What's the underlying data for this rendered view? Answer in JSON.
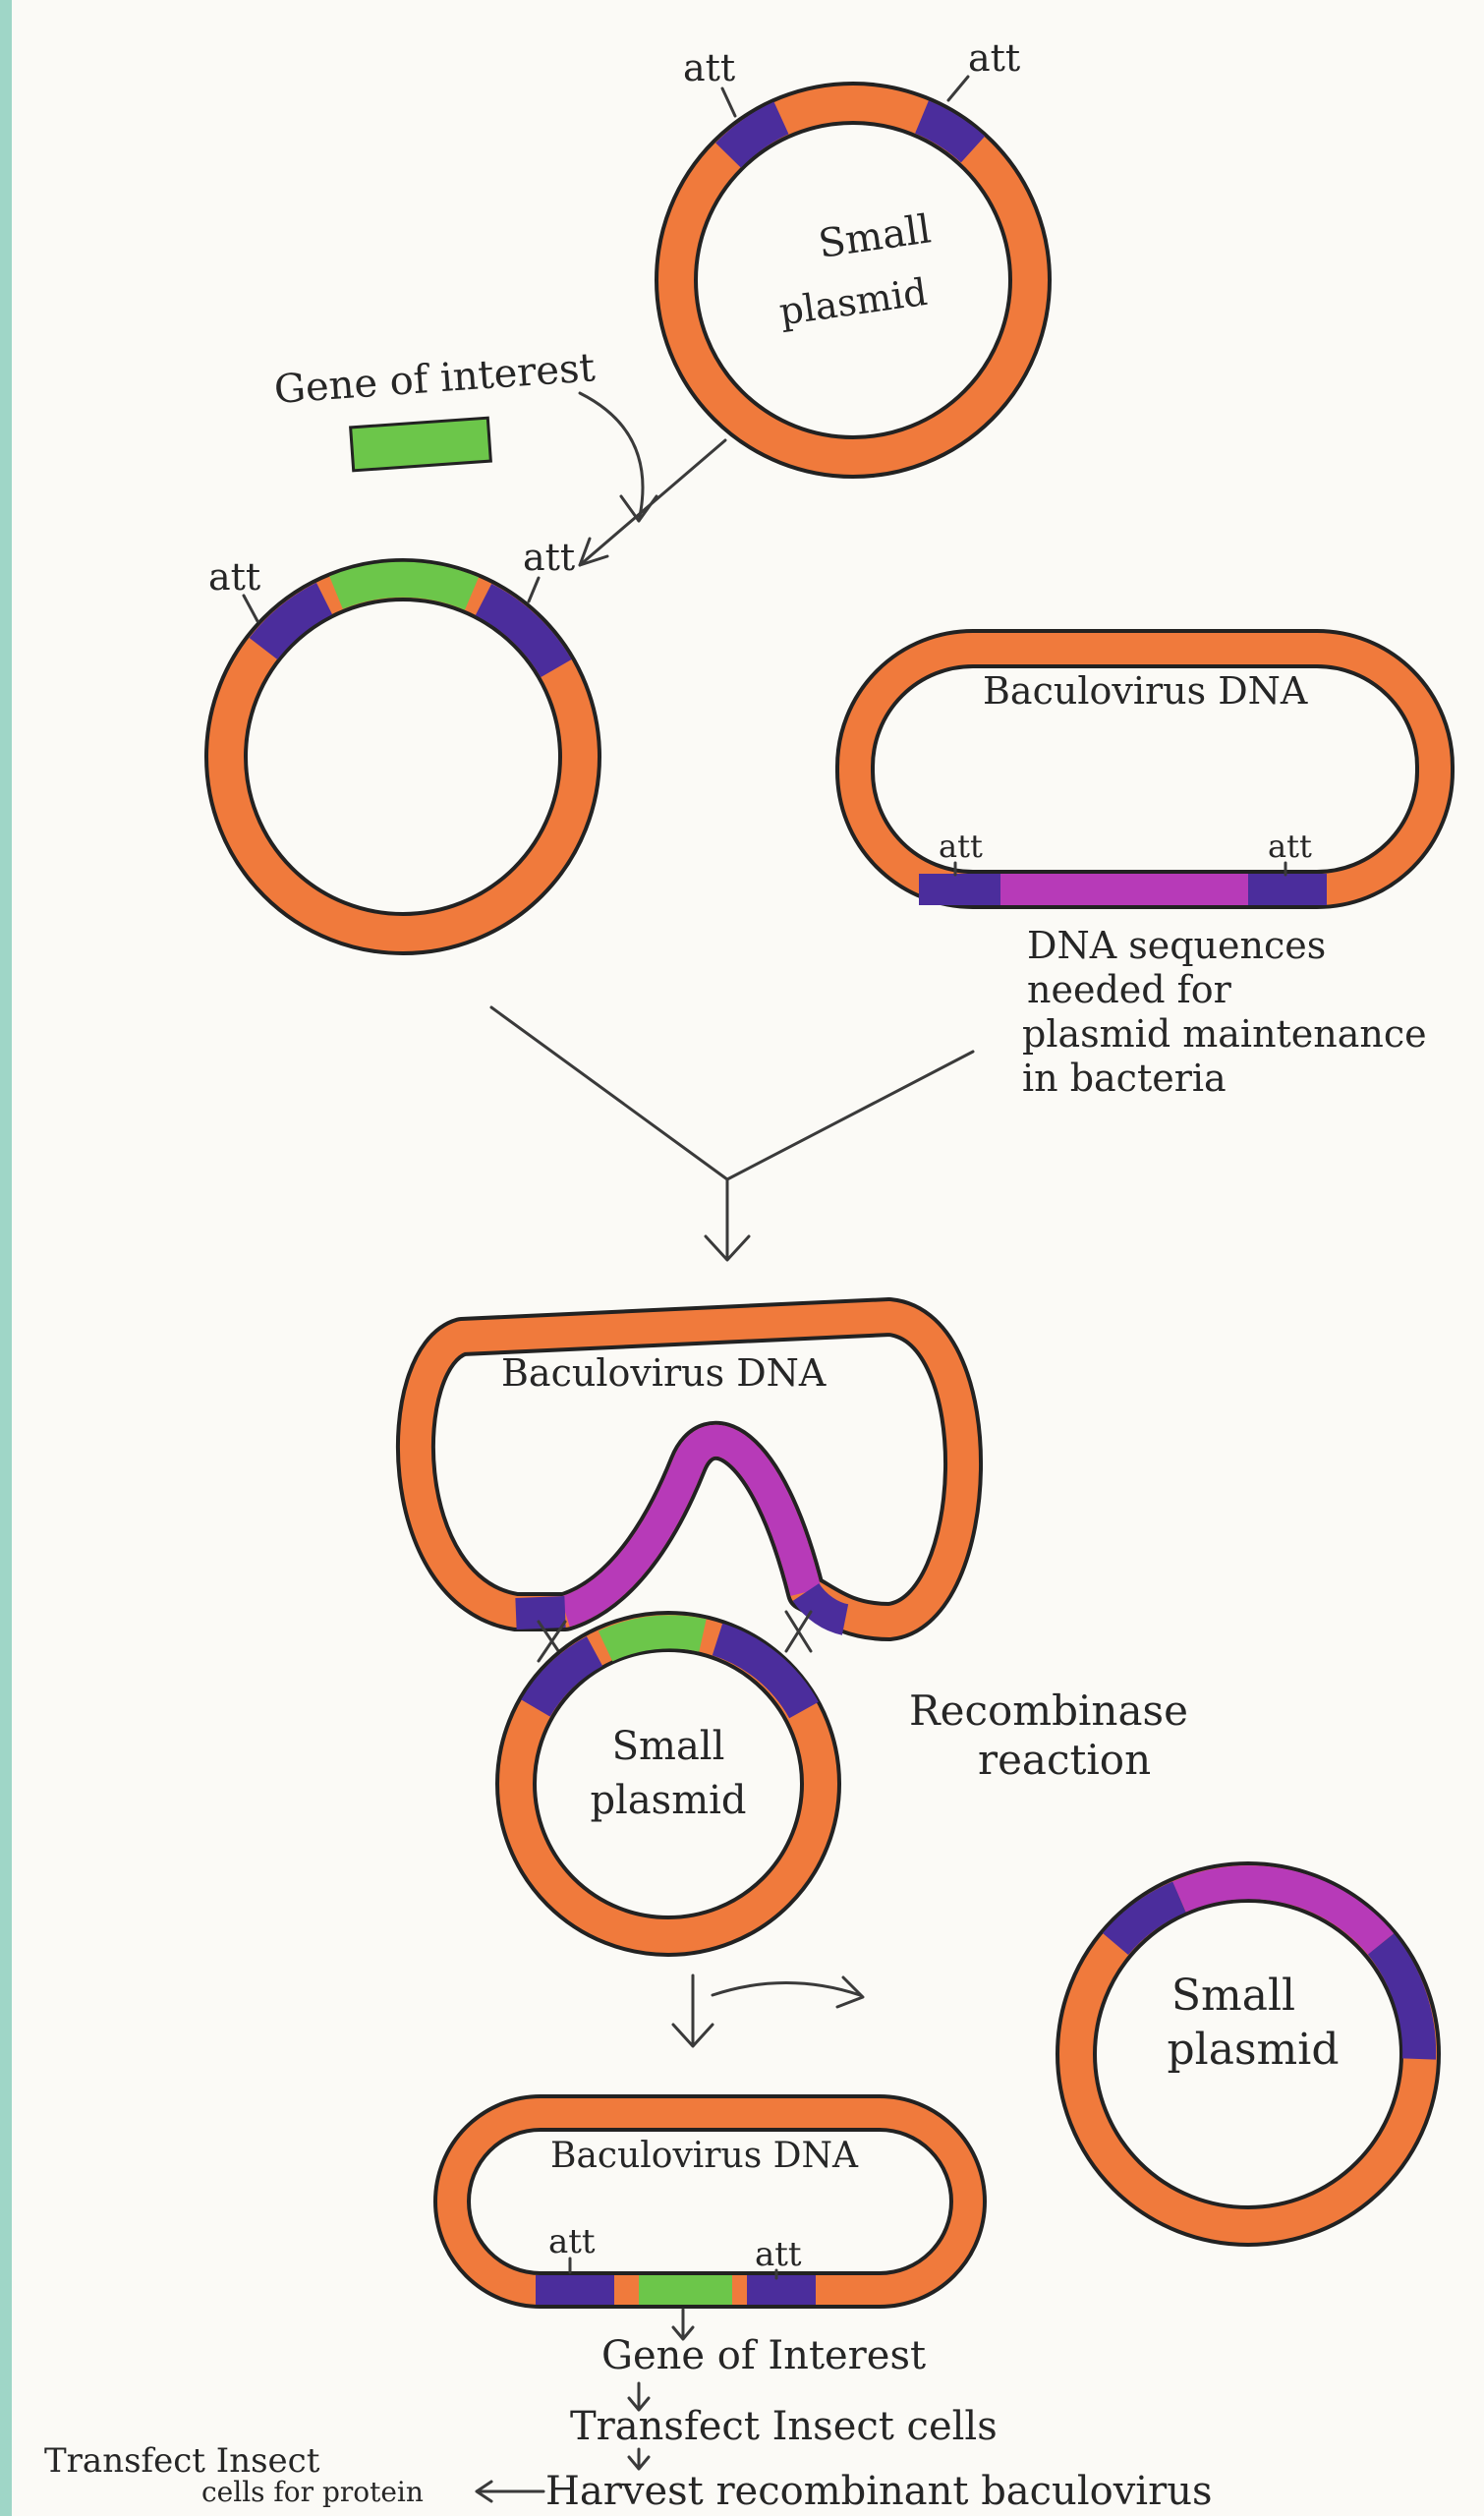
{
  "colors": {
    "backbone": "#f07a3c",
    "att": "#4b2d9c",
    "gene": "#6cc64a",
    "maintenance": "#b73ab8",
    "outline": "#222222",
    "left_edge": "#9fd6c7"
  },
  "labels": {
    "att": "att",
    "small_plasmid_line1": "Small",
    "small_plasmid_line2": "plasmid",
    "gene_of_interest": "Gene of interest",
    "baculovirus_dna": "Baculovirus DNA",
    "dna_seq_line1": "DNA sequences",
    "dna_seq_line2": "needed for",
    "dna_seq_line3": "plasmid maintenance",
    "dna_seq_line4": "in bacteria",
    "recombinase_line1": "Recombinase",
    "recombinase_line2": "reaction",
    "bottom_gene": "Gene of Interest",
    "transfect": "Transfect Insect cells",
    "harvest": "Harvest recombinant baculovirus",
    "transfect_protein_line1": "Transfect Insect",
    "transfect_protein_line2": "cells for protein"
  }
}
